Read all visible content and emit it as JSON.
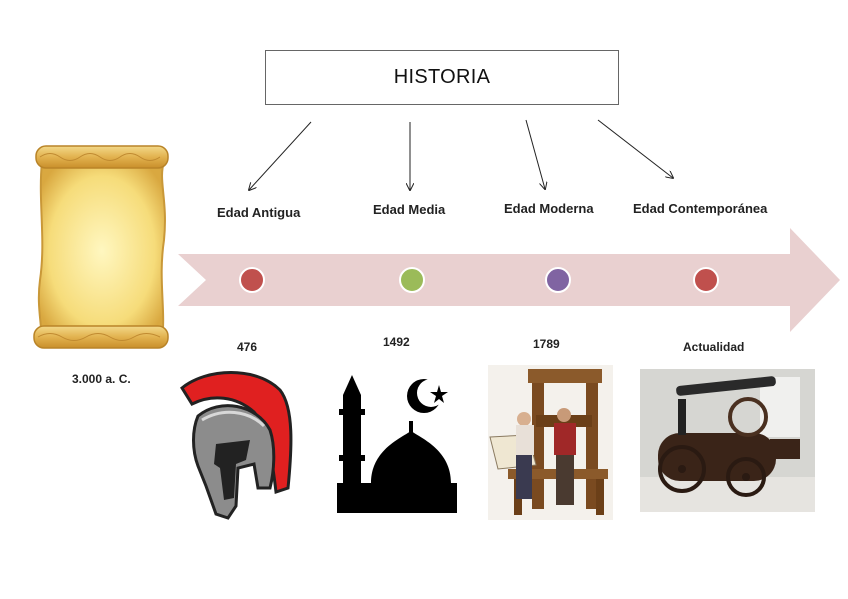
{
  "title": "HISTORIA",
  "start": {
    "label": "3.000 a. C."
  },
  "eras": [
    {
      "name": "Edad Antigua",
      "year": "476",
      "dot_color": "#c0504d",
      "image": "spartan-helmet"
    },
    {
      "name": "Edad Media",
      "year": "1492",
      "dot_color": "#9bbb59",
      "image": "mosque-silhouette"
    },
    {
      "name": "Edad Moderna",
      "year": "1789",
      "dot_color": "#8064a2",
      "image": "printing-press"
    },
    {
      "name": "Edad Contemporánea",
      "year": "Actualidad",
      "dot_color": "#c0504d",
      "image": "steam-engine"
    }
  ],
  "colors": {
    "arrow": "#e9d0d0",
    "dot_border": "#ffffff"
  }
}
